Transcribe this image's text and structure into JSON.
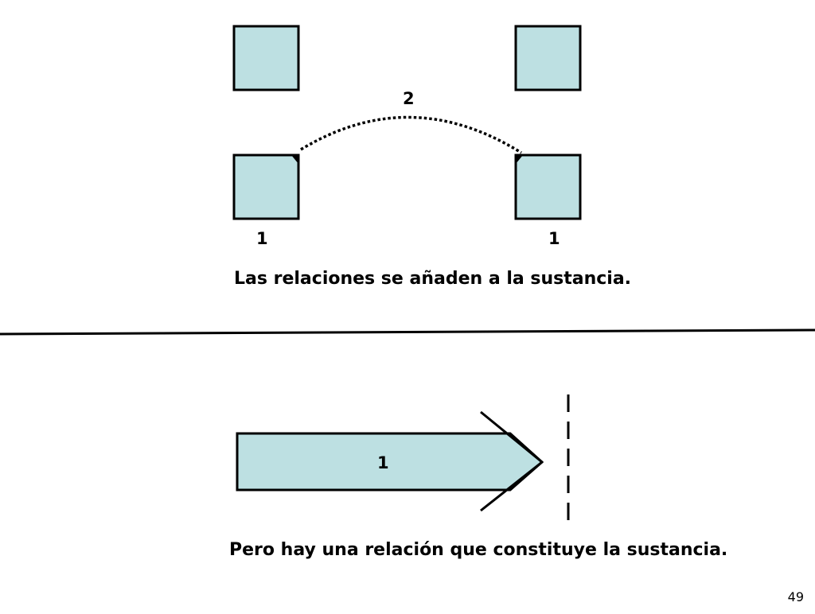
{
  "colors": {
    "box_fill": "#bde0e2",
    "stroke": "#000000",
    "background": "#ffffff"
  },
  "top_diagram": {
    "relation_label": "2",
    "left_box_label": "1",
    "right_box_label": "1",
    "caption": "Las relaciones se añaden a la sustancia."
  },
  "bottom_diagram": {
    "arrow_label": "1",
    "caption": "Pero hay una relación que constituye la sustancia."
  },
  "page_number": "49"
}
